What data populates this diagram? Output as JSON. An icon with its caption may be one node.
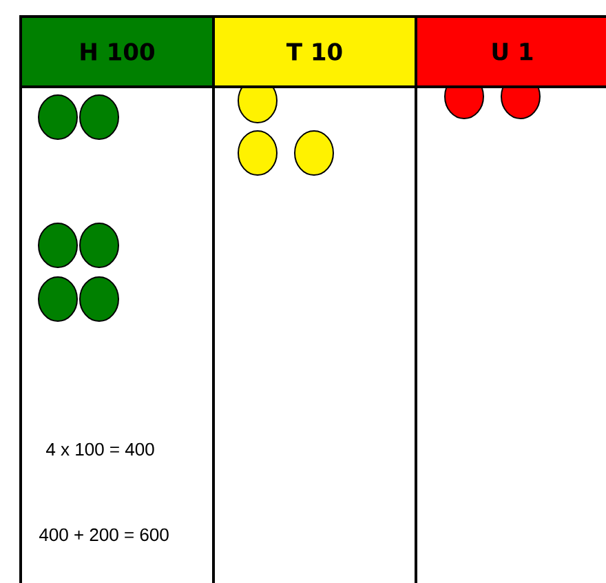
{
  "diagram": {
    "nodes": [
      {
        "text": [
          "H 100"
        ]
      },
      {
        "text": [
          "T 10"
        ]
      },
      {
        "text": [
          "U 1"
        ]
      }
    ],
    "labels": [
      "4 x 100  = 400",
      "400 + 200 = 600"
    ]
  }
}
